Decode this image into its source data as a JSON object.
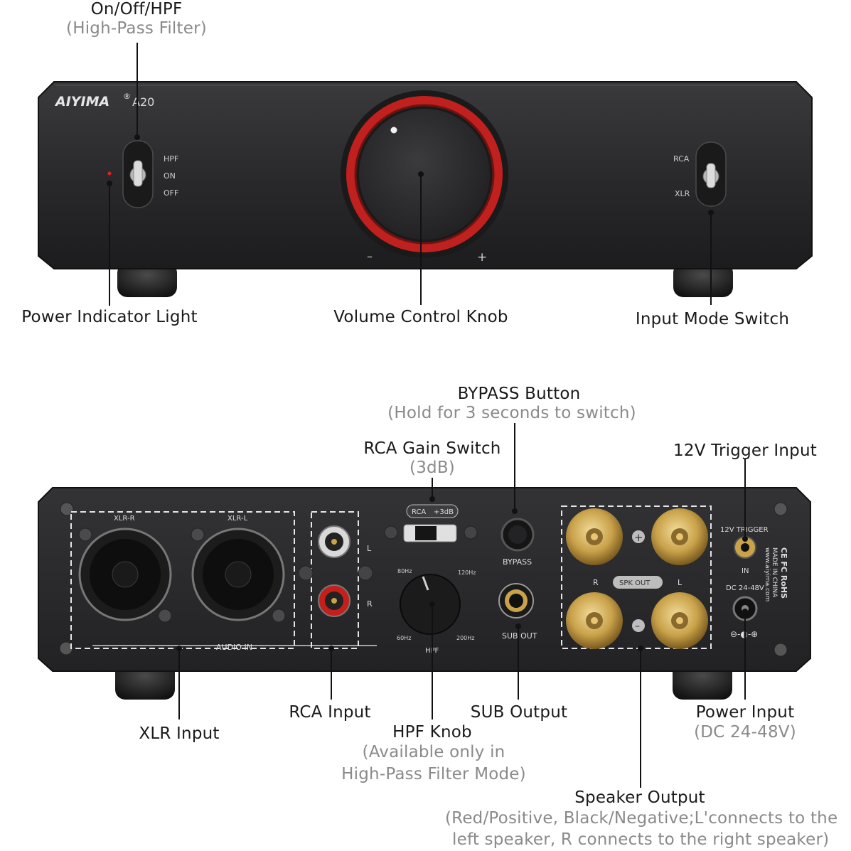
{
  "brand": {
    "logo": "AIYIMA",
    "registered": "®",
    "model": "A20"
  },
  "front_panel": {
    "left_switch_labels": [
      "HPF",
      "ON",
      "OFF"
    ],
    "right_switch_labels": [
      "RCA",
      "XLR"
    ],
    "volume_minus": "–",
    "volume_plus": "+"
  },
  "rear_panel": {
    "xlr_r": "XLR-R",
    "xlr_l": "XLR-L",
    "audio_in": "AUDIO IN",
    "rca_l": "L",
    "rca_r": "R",
    "gain_rca": "RCA",
    "gain_plus3": "+3dB",
    "bypass": "BYPASS",
    "hpf_80": "80Hz",
    "hpf_120": "120Hz",
    "hpf_60": "60Hz",
    "hpf_200": "200Hz",
    "hpf": "HPF",
    "sub_out": "SUB OUT",
    "spk_out": "SPK OUT",
    "spk_r": "R",
    "spk_l": "L",
    "plus": "+",
    "minus": "–",
    "trigger": "12V TRIGGER",
    "trigger_in": "IN",
    "dc": "DC 24-48V",
    "made_in": "MADE IN CHINA",
    "website": "www.aiyima.com",
    "certs": "CE FC RoHS"
  },
  "callouts": {
    "onoff_title": "On/Off/HPF",
    "onoff_sub": "(High-Pass Filter)",
    "power_light": "Power Indicator Light",
    "volume": "Volume Control Knob",
    "input_mode": "Input Mode Switch",
    "bypass_title": "BYPASS Button",
    "bypass_sub": "(Hold for 3 seconds to switch)",
    "gain_title": "RCA Gain Switch",
    "gain_sub": "(3dB)",
    "trigger_title": "12V Trigger Input",
    "xlr_input": "XLR Input",
    "rca_input": "RCA Input",
    "hpf_title": "HPF Knob",
    "hpf_sub1": "(Available only in",
    "hpf_sub2": "High-Pass Filter Mode)",
    "sub_output": "SUB Output",
    "power_title": "Power Input",
    "power_sub": "(DC 24-48V)",
    "speaker_title": "Speaker Output",
    "speaker_sub1": "(Red/Positive, Black/Negative;L'connects to the",
    "speaker_sub2": "left speaker, R connects to the right speaker)"
  },
  "colors": {
    "chassis": "#2b2b2d",
    "accent_red": "#c0201e",
    "gold": "#c9a24a"
  }
}
